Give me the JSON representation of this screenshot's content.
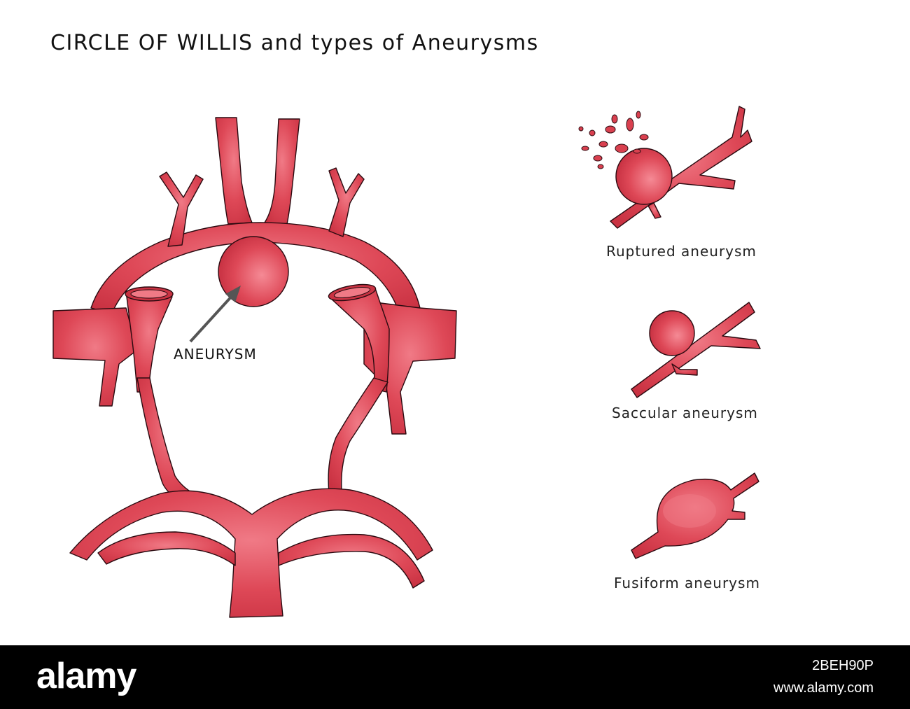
{
  "title": "CIRCLE OF WILLIS and types of Aneurysms",
  "diagram": {
    "aneurysm_label": "ANEURYSM",
    "types": [
      {
        "caption": "Ruptured aneurysm"
      },
      {
        "caption": "Saccular aneurysm"
      },
      {
        "caption": "Fusiform aneurysm"
      }
    ]
  },
  "colors": {
    "vessel": "#d9404f",
    "vessel_highlight": "#f07a86",
    "outline": "#2a0a10",
    "footer_bg": "#000000"
  },
  "footer": {
    "logo": "alamy",
    "image_id": "2BEH90P",
    "url": "www.alamy.com"
  }
}
